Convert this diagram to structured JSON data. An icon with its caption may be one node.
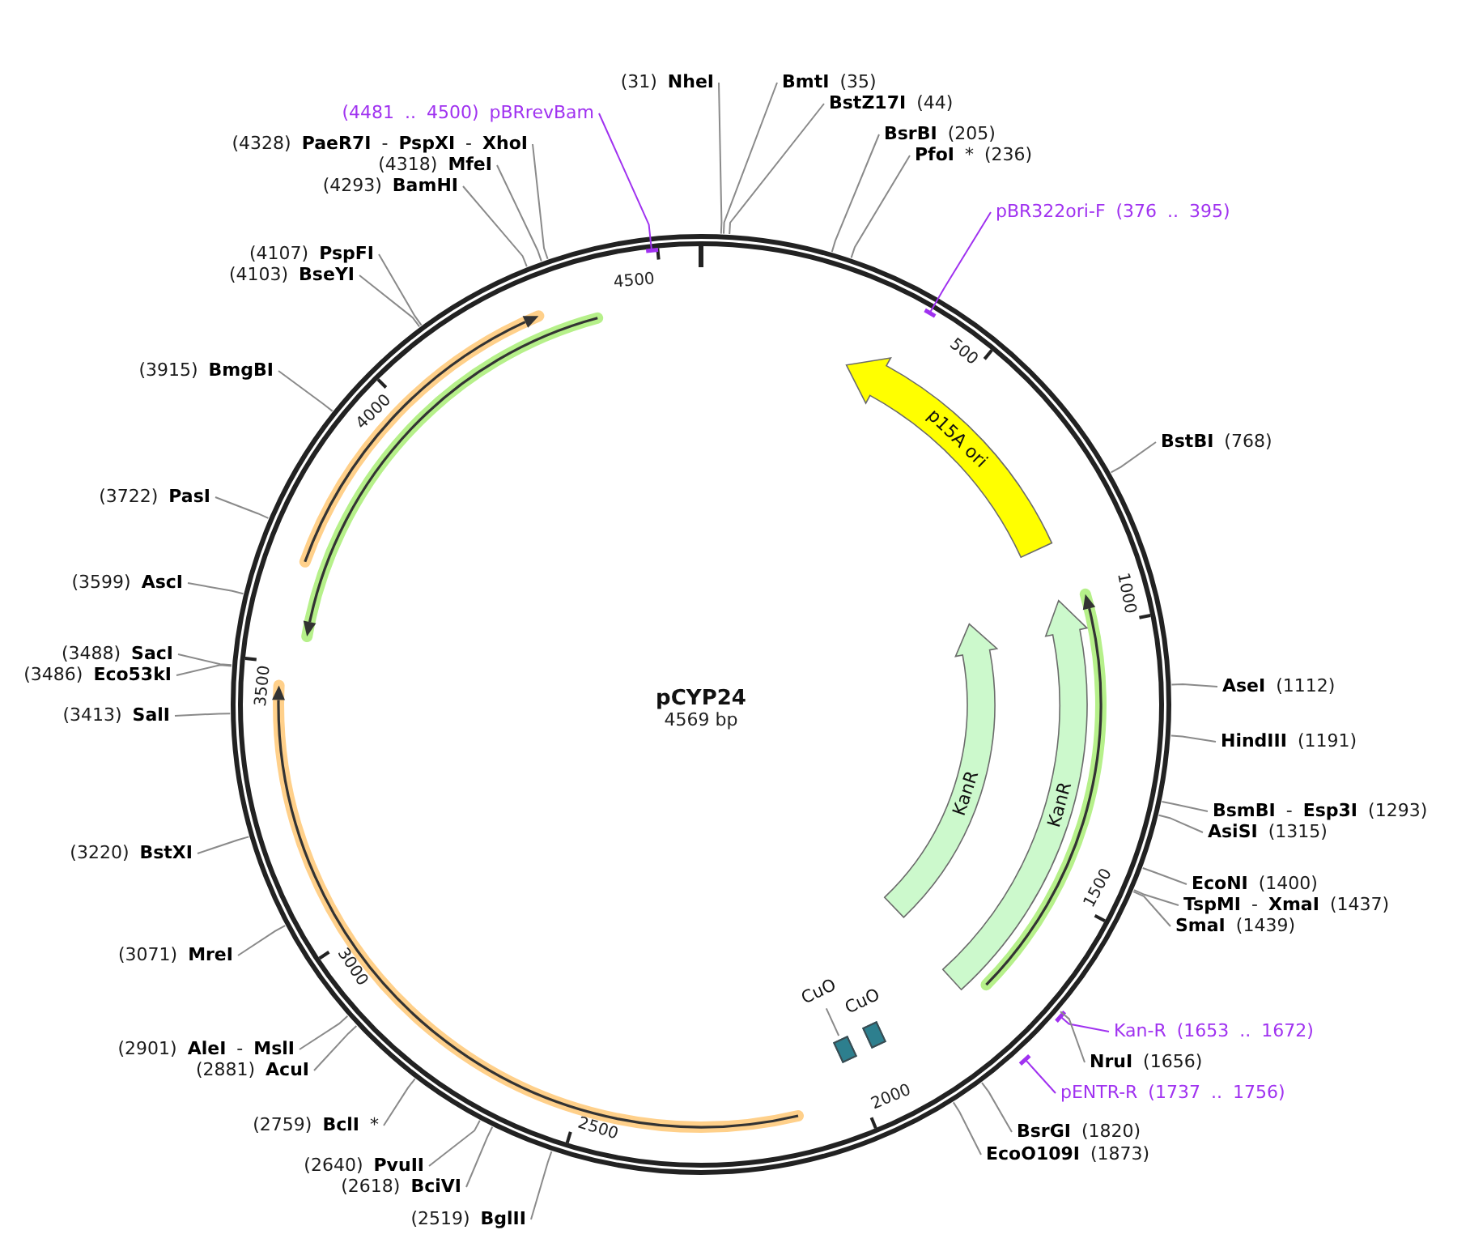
{
  "diagram": {
    "title": "pCYP24",
    "nodes": [
      {
        "text": [
          "(31) **NheI**"
        ]
      },
      {
        "text": [
          "**BmtI** (35)"
        ]
      },
      {
        "text": [
          "**BstZ17I** (44)"
        ]
      },
      {
        "text": [
          "**BsrBI** (205)"
        ]
      },
      {
        "text": [
          "**PfoI** * (236)"
        ]
      },
      {
        "text": [
          "pBR322ori-F (376 .. 395)"
        ]
      },
      {
        "text": [
          "**BstBI** (768)"
        ]
      },
      {
        "text": [
          "**AseI** (1112)"
        ]
      },
      {
        "text": [
          "**HindIII** (1191)"
        ]
      },
      {
        "text": [
          "**BsmBI** - **Esp3I** (1293)"
        ]
      },
      {
        "text": [
          "**AsiSI** (1315)"
        ]
      },
      {
        "text": [
          "**EcoNI** (1400)"
        ]
      },
      {
        "text": [
          "**TspMI** - **XmaI** (1437)"
        ]
      },
      {
        "text": [
          "**SmaI** (1439)"
        ]
      },
      {
        "text": [
          "Kan-R (1653 .. 1672)"
        ]
      },
      {
        "text": [
          "**NruI** (1656)"
        ]
      },
      {
        "text": [
          "pENTR-R (1737 .. 1756)"
        ]
      },
      {
        "text": [
          "**BsrGI** (1820)"
        ]
      },
      {
        "text": [
          "**EcoO109I** (1873)"
        ]
      },
      {
        "text": [
          "(2519) **BglII**"
        ]
      },
      {
        "text": [
          "(2618) **BciVI**"
        ]
      },
      {
        "text": [
          "(2640) **PvuII**"
        ]
      },
      {
        "text": [
          "(2759) **BclI** *"
        ]
      },
      {
        "text": [
          "(2881) **AcuI**"
        ]
      },
      {
        "text": [
          "(2901) **AleI** - **MslI**"
        ]
      },
      {
        "text": [
          "(3071) **MreI**"
        ]
      },
      {
        "text": [
          "(3220) **BstXI**"
        ]
      },
      {
        "text": [
          "(3413) **SalI**"
        ]
      },
      {
        "text": [
          "(3486) **Eco53kI**"
        ]
      },
      {
        "text": [
          "(3488) **SacI**"
        ]
      },
      {
        "text": [
          "(3599) **AscI**"
        ]
      },
      {
        "text": [
          "(3722) **PasI**"
        ]
      },
      {
        "text": [
          "(3915) **BmgBI**"
        ]
      },
      {
        "text": [
          "(4103) **BseYI**"
        ]
      },
      {
        "text": [
          "(4107) **PspFI**"
        ]
      },
      {
        "text": [
          "(4293) **BamHI**"
        ]
      },
      {
        "text": [
          "(4318) **MfeI**"
        ]
      },
      {
        "text": [
          "(4328) **PaeR7I** - **PspXI** - **XhoI**"
        ]
      },
      {
        "text": [
          "(4481 .. 4500) pBRrevBam"
        ]
      },
      {
        "text": [
          "p15A ori"
        ]
      },
      {
        "text": [
          "KanR"
        ]
      },
      {
        "text": [
          "KanR"
        ]
      },
      {
        "text": [
          "CuO"
        ]
      },
      {
        "text": [],
        "shape": "box"
      },
      {
        "text": [],
        "shape": "box",
        "beside": [
          "CuO"
        ]
      }
    ],
    "edges": [
      {
        "from": 0,
        "to": null,
        "arrow": "none"
      },
      {
        "from": 1,
        "to": null,
        "arrow": "none"
      },
      {
        "from": 2,
        "to": null,
        "arrow": "none"
      },
      {
        "from": 3,
        "to": null,
        "arrow": "none"
      },
      {
        "from": 4,
        "to": null,
        "arrow": "none"
      },
      {
        "from": 5,
        "to": null,
        "arrow": "none",
        "color": "#a032f0"
      },
      {
        "from": 6,
        "to": null,
        "arrow": "none"
      },
      {
        "from": 7,
        "to": null,
        "arrow": "none"
      },
      {
        "from": 8,
        "to": null,
        "arrow": "none"
      },
      {
        "from": 9,
        "to": null,
        "arrow": "none"
      },
      {
        "from": 10,
        "to": null,
        "arrow": "none"
      },
      {
        "from": 11,
        "to": null,
        "arrow": "none"
      },
      {
        "from": 12,
        "to": null,
        "arrow": "none"
      },
      {
        "from": 13,
        "to": null,
        "arrow": "none"
      },
      {
        "from": 14,
        "to": null,
        "arrow": "none",
        "color": "#a032f0"
      },
      {
        "from": 15,
        "to": null,
        "arrow": "none"
      },
      {
        "from": 16,
        "to": null,
        "arrow": "none",
        "color": "#a032f0"
      },
      {
        "from": 17,
        "to": null,
        "arrow": "none"
      },
      {
        "from": 18,
        "to": null,
        "arrow": "none"
      },
      {
        "from": 19,
        "to": null,
        "arrow": "none"
      },
      {
        "from": 20,
        "to": null,
        "arrow": "none"
      },
      {
        "from": 21,
        "to": null,
        "arrow": "none"
      },
      {
        "from": 22,
        "to": null,
        "arrow": "none"
      },
      {
        "from": 23,
        "to": null,
        "arrow": "none"
      },
      {
        "from": 24,
        "to": null,
        "arrow": "none"
      },
      {
        "from": 25,
        "to": null,
        "arrow": "none"
      },
      {
        "from": 26,
        "to": null,
        "arrow": "none"
      },
      {
        "from": 27,
        "to": null,
        "arrow": "none"
      },
      {
        "from": 28,
        "to": null,
        "arrow": "none"
      },
      {
        "from": 29,
        "to": null,
        "arrow": "none"
      },
      {
        "from": 30,
        "to": null,
        "arrow": "none"
      },
      {
        "from": 31,
        "to": null,
        "arrow": "none"
      },
      {
        "from": 32,
        "to": null,
        "arrow": "none"
      },
      {
        "from": 33,
        "to": null,
        "arrow": "none"
      },
      {
        "from": 34,
        "to": null,
        "arrow": "none"
      },
      {
        "from": 35,
        "to": null,
        "arrow": "none"
      },
      {
        "from": 36,
        "to": null,
        "arrow": "none"
      },
      {
        "from": 37,
        "to": null,
        "arrow": "none"
      },
      {
        "from": 38,
        "to": null,
        "arrow": "none",
        "color": "#a032f0"
      },
      {
        "from": 42,
        "to": 43,
        "arrow": "none"
      }
    ],
    "labels": [
      "4569 bp",
      "500",
      "1000",
      "1500",
      "2000",
      "2500",
      "3000",
      "3500",
      "4000",
      "4500"
    ]
  }
}
